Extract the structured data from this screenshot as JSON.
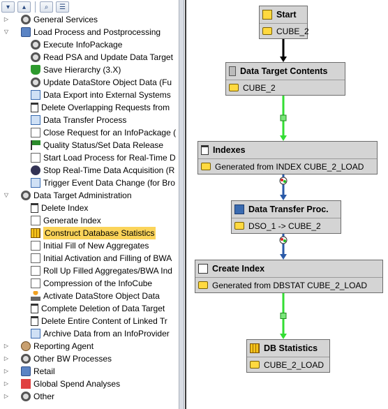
{
  "toolbar": {
    "buttons": [
      "expand-all",
      "collapse-all",
      "find",
      "settings"
    ]
  },
  "tree": [
    {
      "label": "General Services",
      "icon": "gear-icon",
      "level": 0,
      "expanded": false
    },
    {
      "label": "Load Process and Postprocessing",
      "icon": "folder-icon",
      "level": 0,
      "expanded": true
    },
    {
      "label": "Execute InfoPackage",
      "icon": "gear-icon",
      "level": 1
    },
    {
      "label": "Read PSA and Update Data Target",
      "icon": "gear-icon",
      "level": 1
    },
    {
      "label": "Save Hierarchy (3.X)",
      "icon": "hierarchy-icon",
      "level": 1
    },
    {
      "label": "Update DataStore Object Data (Fu",
      "icon": "gear-icon",
      "level": 1
    },
    {
      "label": "Data Export into External Systems",
      "icon": "export-icon",
      "level": 1
    },
    {
      "label": "Delete Overlapping Requests from",
      "icon": "trash-icon",
      "level": 1
    },
    {
      "label": "Data Transfer Process",
      "icon": "transfer-icon",
      "level": 1
    },
    {
      "label": "Close Request for an InfoPackage (",
      "icon": "close-request-icon",
      "level": 1
    },
    {
      "label": "Quality Status/Set Data Release",
      "icon": "flag-icon",
      "level": 1
    },
    {
      "label": "Start Load Process for Real-Time D",
      "icon": "doc-icon",
      "level": 1
    },
    {
      "label": "Stop Real-Time Data Acquisition (R",
      "icon": "stop-icon",
      "level": 1
    },
    {
      "label": "Trigger Event Data Change (for Bro",
      "icon": "trigger-icon",
      "level": 1
    },
    {
      "label": "Data Target Administration",
      "icon": "gear-icon",
      "level": 0,
      "expanded": true
    },
    {
      "label": "Delete Index",
      "icon": "trash-icon",
      "level": 1
    },
    {
      "label": "Generate Index",
      "icon": "doc-icon",
      "level": 1
    },
    {
      "label": "Construct Database Statistics",
      "icon": "statistics-icon",
      "level": 1,
      "selected": true
    },
    {
      "label": "Initial Fill of New Aggregates",
      "icon": "doc-icon",
      "level": 1
    },
    {
      "label": "Initial Activation and Filling of BWA",
      "icon": "doc-icon",
      "level": 1
    },
    {
      "label": "Roll Up Filled Aggregates/BWA Ind",
      "icon": "doc-icon",
      "level": 1
    },
    {
      "label": "Compression of the InfoCube",
      "icon": "compress-icon",
      "level": 1
    },
    {
      "label": "Activate DataStore Object Data",
      "icon": "pin-icon",
      "level": 1
    },
    {
      "label": "Complete Deletion of Data Target",
      "icon": "trash-icon",
      "level": 1
    },
    {
      "label": "Delete Entire Content of Linked Tr",
      "icon": "trash-icon",
      "level": 1
    },
    {
      "label": "Archive Data from an InfoProvider",
      "icon": "archive-icon",
      "level": 1
    },
    {
      "label": "Reporting Agent",
      "icon": "user-icon",
      "level": 0,
      "expanded": false
    },
    {
      "label": "Other BW Processes",
      "icon": "gear-icon",
      "level": 0,
      "expanded": false
    },
    {
      "label": "Retail",
      "icon": "folder-icon",
      "level": 0,
      "expanded": false
    },
    {
      "label": "Global Spend Analyses",
      "icon": "money-icon",
      "level": 0,
      "expanded": false
    },
    {
      "label": "Other",
      "icon": "gear-icon",
      "level": 0,
      "expanded": false
    }
  ],
  "chain": {
    "nodes": [
      {
        "title": "Start",
        "variant": "CUBE_2",
        "icon": "start-icon"
      },
      {
        "title": "Data Target Contents",
        "variant": "CUBE_2",
        "icon": "target-contents-icon"
      },
      {
        "title": "Indexes",
        "variant": "Generated from INDEX CUBE_2_LOAD",
        "icon": "trash-icon"
      },
      {
        "title": "Data Transfer Proc.",
        "variant": "DSO_1 -> CUBE_2",
        "icon": "dtp-icon"
      },
      {
        "title": "Create Index",
        "variant": "Generated from DBSTAT CUBE_2_LOAD",
        "icon": "create-index-icon"
      },
      {
        "title": "DB Statistics",
        "variant": "CUBE_2_LOAD",
        "icon": "statistics-icon"
      }
    ],
    "links": [
      {
        "from": 0,
        "to": 1,
        "kind": "always",
        "color": "#000000"
      },
      {
        "from": 1,
        "to": 2,
        "kind": "success",
        "color": "#33dd33"
      },
      {
        "from": 2,
        "to": 3,
        "kind": "always",
        "color": "#2a5aa8"
      },
      {
        "from": 3,
        "to": 4,
        "kind": "always",
        "color": "#2a5aa8"
      },
      {
        "from": 4,
        "to": 5,
        "kind": "success",
        "color": "#33dd33"
      }
    ]
  },
  "colors": {
    "selection": "#fbd45a",
    "node_fill": "#d4d4d4",
    "success_link": "#33dd33",
    "always_link": "#2a5aa8"
  }
}
